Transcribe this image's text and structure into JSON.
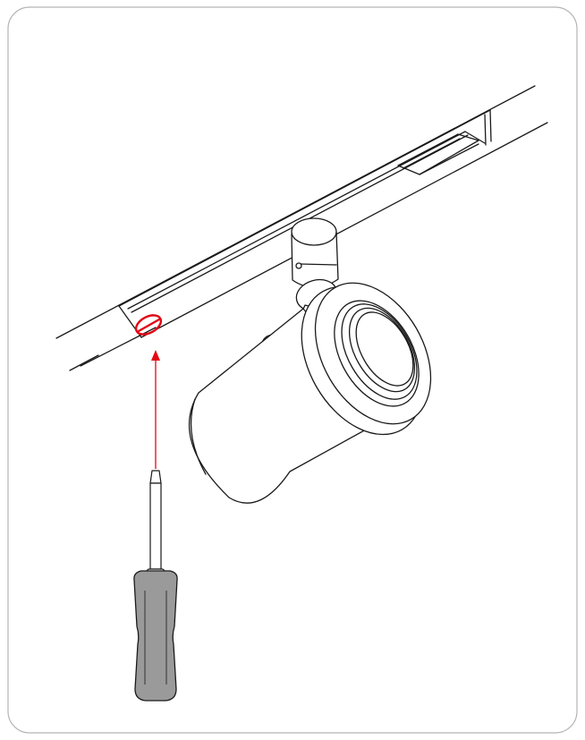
{
  "diagram": {
    "kind": "installation-instruction",
    "colors": {
      "line": "#1a1a1a",
      "highlight": "#e30613",
      "frame": "#b4b4b4",
      "screwdriver_handle": "#9a9a9a",
      "background": "#ffffff"
    },
    "icons": [
      "track-rail",
      "spotlight",
      "locking-screw-icon",
      "direction-arrow",
      "screwdriver-icon"
    ]
  }
}
